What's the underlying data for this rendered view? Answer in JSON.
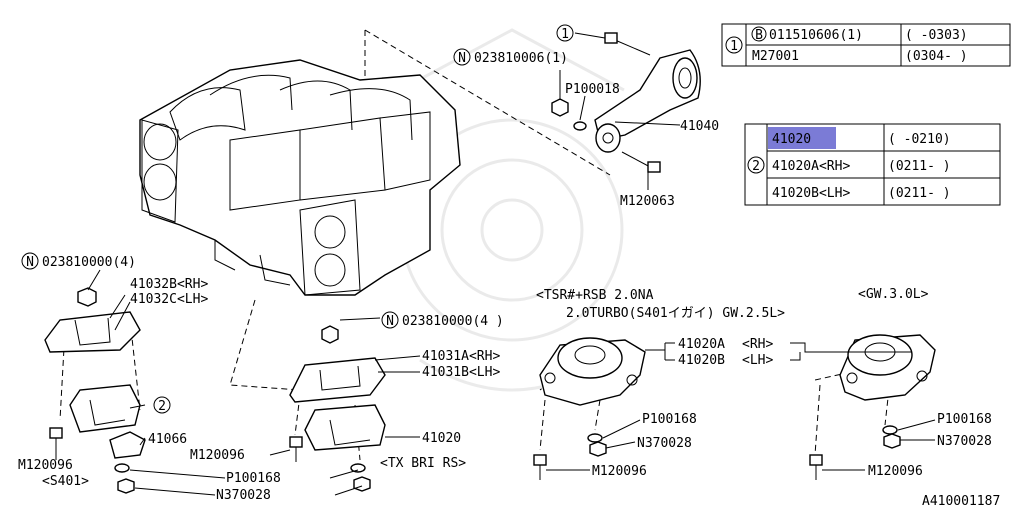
{
  "figure_id": "A410001187",
  "table1": {
    "ref": "1",
    "rows": [
      {
        "prefix": "B",
        "part": "011510606(1)",
        "range": "( -0303)"
      },
      {
        "prefix": "",
        "part": "M27001",
        "range": "(0304- )"
      }
    ]
  },
  "table2": {
    "ref": "2",
    "rows": [
      {
        "part": "41020",
        "range": "( -0210)",
        "highlighted": true
      },
      {
        "part": "41020A<RH>",
        "range": "(0211- )"
      },
      {
        "part": "41020B<LH>",
        "range": "(0211- )"
      }
    ]
  },
  "labels": {
    "callout1": "1",
    "n_023810006": "023810006(1)",
    "p100018": "P100018",
    "p41040": "41040",
    "m120063": "M120063",
    "n_023810000_left": "023810000(4)",
    "p41032b": "41032B<RH>",
    "p41032c": "41032C<LH>",
    "callout2": "2",
    "p41066": "41066",
    "m120096_left": "M120096",
    "s401": "<S401>",
    "m120096_mid": "M120096",
    "p100168_mid": "P100168",
    "n370028_mid": "N370028",
    "n_023810000_mid": "023810000(4 )",
    "p41031a": "41031A<RH>",
    "p41031b": "41031B<LH>",
    "p41020_mid": "41020",
    "tx_bri": "<TX BRI RS>",
    "tsr_line1": "<TSR#+RSB 2.0NA",
    "tsr_line2": "2.0TURBO(S401イガイ) GW.2.5L>",
    "p41020a": "41020A",
    "p41020b": "41020B",
    "rh": "<RH>",
    "lh": "<LH>",
    "gw30": "<GW.3.0L>",
    "p100168_r1": "P100168",
    "n370028_r1": "N370028",
    "m120096_r1": "M120096",
    "p100168_r2": "P100168",
    "n370028_r2": "N370028",
    "m120096_r2": "M120096",
    "circle_n": "N",
    "circle_b": "B"
  }
}
